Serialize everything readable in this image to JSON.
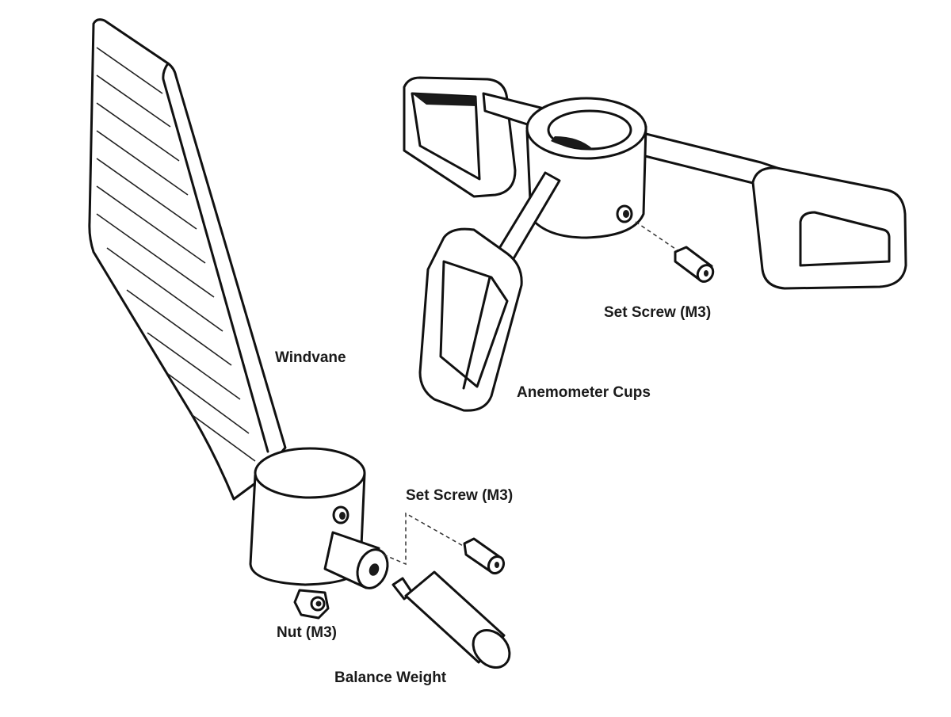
{
  "labels": {
    "windvane": "Windvane",
    "anemometer_cups": "Anemometer Cups",
    "set_screw_top": "Set Screw (M3)",
    "set_screw_bottom": "Set Screw (M3)",
    "nut": "Nut (M3)",
    "balance_weight": "Balance Weight"
  }
}
